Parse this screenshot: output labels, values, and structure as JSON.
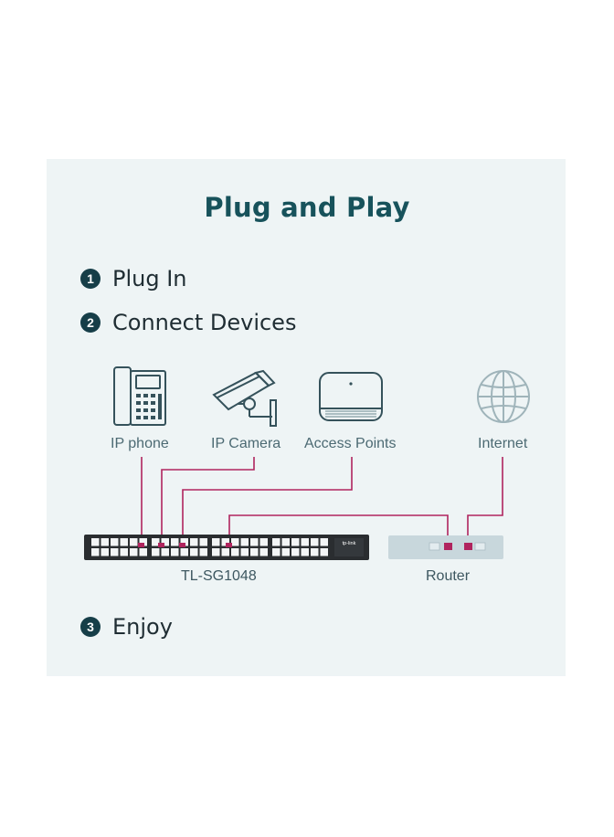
{
  "title": "Plug and Play",
  "steps": [
    {
      "number": "1",
      "label": "Plug In"
    },
    {
      "number": "2",
      "label": "Connect Devices"
    },
    {
      "number": "3",
      "label": "Enjoy"
    }
  ],
  "devices": {
    "ip_phone": {
      "label": "IP phone",
      "icon": "ip-phone-icon"
    },
    "ip_camera": {
      "label": "IP Camera",
      "icon": "security-camera-icon"
    },
    "access_points": {
      "label": "Access Points",
      "icon": "access-point-icon"
    },
    "internet": {
      "label": "Internet",
      "icon": "globe-icon"
    }
  },
  "switch": {
    "label": "TL-SG1048",
    "brand": "tp-link"
  },
  "router": {
    "label": "Router"
  },
  "colors": {
    "panel": "#eef4f5",
    "title": "#17525b",
    "cable": "#b0245e",
    "switch_body": "#2a2d30",
    "router_body": "#c8d7dc"
  }
}
